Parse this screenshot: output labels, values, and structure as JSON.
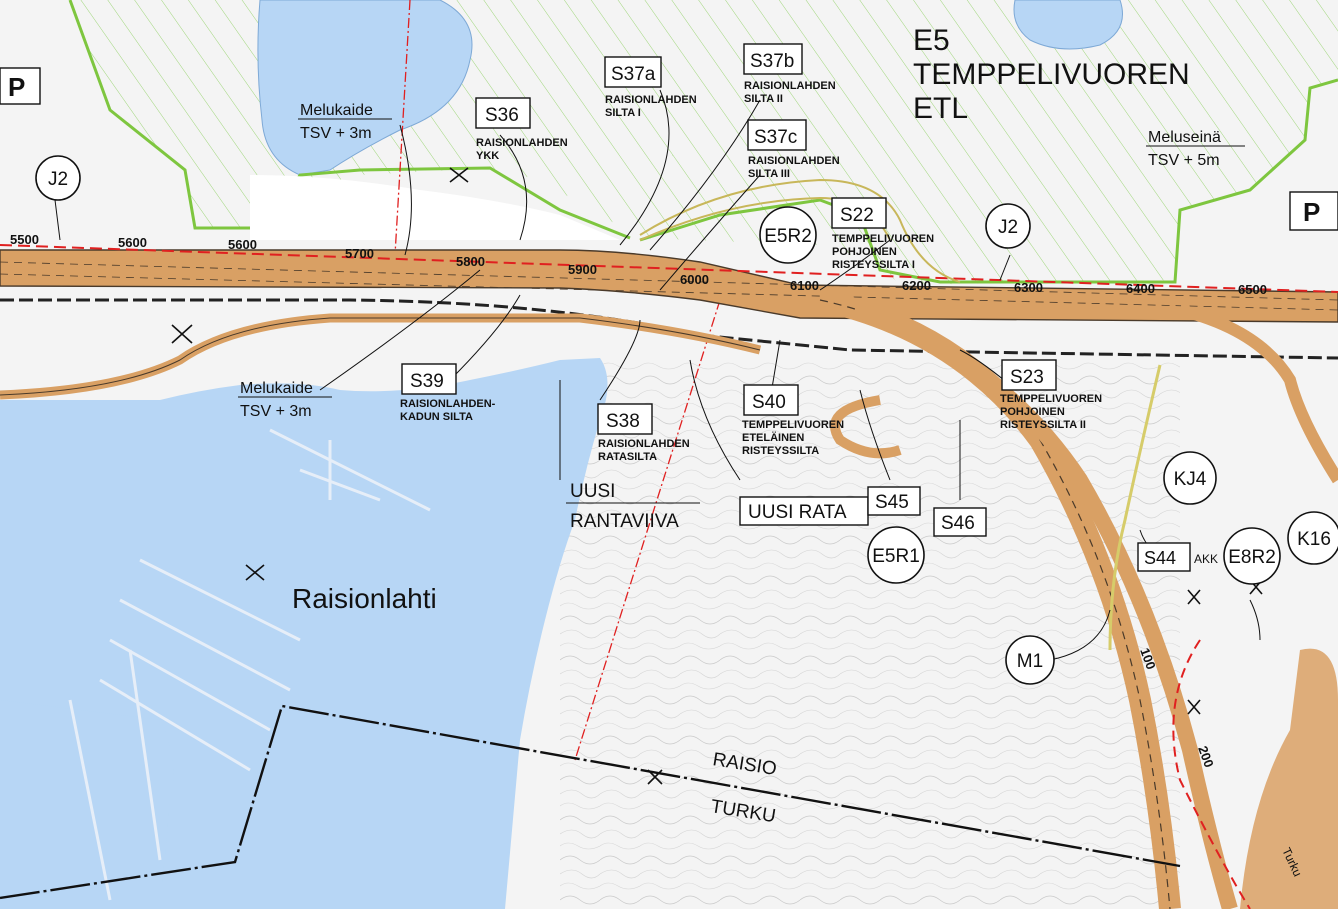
{
  "colors": {
    "water": "#b7d6f5",
    "land": "#f3f3f3",
    "green_area": "#7ec63f",
    "hatch": "#9fd67a",
    "road_fill": "#d9a064",
    "road_edge": "#4a3a2a",
    "boundary_red": "#e02020",
    "railway": "#222222",
    "text": "#111111"
  },
  "title": {
    "line1": "E5",
    "line2": "TEMPPELIVUOREN",
    "line3": "ETL"
  },
  "water_label": "Raisionlahti",
  "municipalities": {
    "north": "RAISIO",
    "south": "TURKU"
  },
  "notes": {
    "melukaide_north": {
      "line1": "Melukaide",
      "line2": "TSV + 3m"
    },
    "melukaide_south": {
      "line1": "Melukaide",
      "line2": "TSV + 3m"
    },
    "meluseina": {
      "line1": "Meluseinä",
      "line2": "TSV + 5m"
    },
    "uusi_rantaviiva": {
      "line1": "UUSI",
      "line2": "RANTAVIIVA"
    },
    "akk": "AKK"
  },
  "boxed_codes": {
    "s36": {
      "code": "S36",
      "desc1": "RAISIONLAHDEN",
      "desc2": "YKK"
    },
    "s37a": {
      "code": "S37a",
      "desc1": "RAISIONLAHDEN",
      "desc2": "SILTA I"
    },
    "s37b": {
      "code": "S37b",
      "desc1": "RAISIONLAHDEN",
      "desc2": "SILTA II"
    },
    "s37c": {
      "code": "S37c",
      "desc1": "RAISIONLAHDEN",
      "desc2": "SILTA III"
    },
    "s22": {
      "code": "S22",
      "desc1": "TEMPPELIVUOREN",
      "desc2": "POHJOINEN",
      "desc3": "RISTEYSSILTA I"
    },
    "s39": {
      "code": "S39",
      "desc1": "RAISIONLAHDEN-",
      "desc2": "KADUN SILTA"
    },
    "s38": {
      "code": "S38",
      "desc1": "RAISIONLAHDEN",
      "desc2": "RATASILTA"
    },
    "s40": {
      "code": "S40",
      "desc1": "TEMPPELIVUOREN",
      "desc2": "ETELÄINEN",
      "desc3": "RISTEYSSILTA"
    },
    "s23": {
      "code": "S23",
      "desc1": "TEMPPELIVUOREN",
      "desc2": "POHJOINEN",
      "desc3": "RISTEYSSILTA II"
    },
    "s45": {
      "code": "S45"
    },
    "s46": {
      "code": "S46"
    },
    "s44": {
      "code": "S44"
    },
    "uusi_rata": {
      "code": "UUSI RATA"
    },
    "p_left": {
      "code": "P"
    },
    "p_right": {
      "code": "P"
    }
  },
  "circled_codes": {
    "j2_left": "J2",
    "j2_right": "J2",
    "e5r2": "E5R2",
    "e5r1": "E5R1",
    "kj4": "KJ4",
    "e8r2": "E8R2",
    "k16": "K16",
    "m1": "M1"
  },
  "chainage": {
    "c5500": "5500",
    "c5600": "5600",
    "c5700": "5700",
    "c5800": "5800",
    "c5900": "5900",
    "c6000": "6000",
    "c6100": "6100",
    "c6200": "6200",
    "c6300": "6300",
    "c6400": "6400",
    "c6500": "6500",
    "c100": "100",
    "c200": "200"
  },
  "faint_labels": {
    "turku_road": "Turku"
  }
}
